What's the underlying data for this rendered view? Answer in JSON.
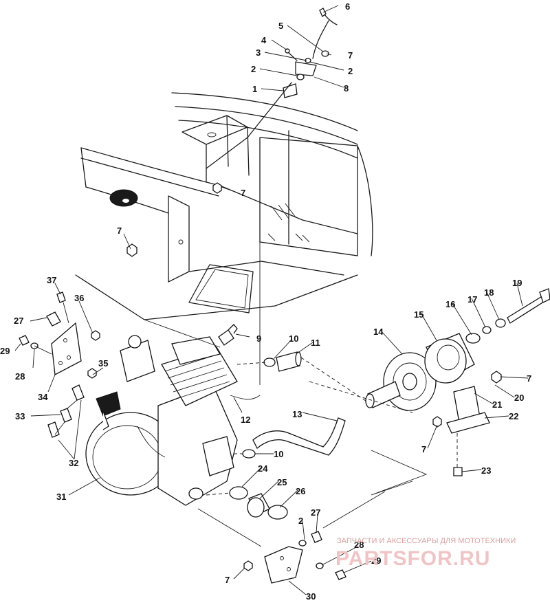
{
  "callouts": [
    {
      "id": "c6",
      "label": "6"
    },
    {
      "id": "c5",
      "label": "5"
    },
    {
      "id": "c4",
      "label": "4"
    },
    {
      "id": "c7a",
      "label": "7"
    },
    {
      "id": "c3",
      "label": "3"
    },
    {
      "id": "c2a",
      "label": "2"
    },
    {
      "id": "c2b",
      "label": "2"
    },
    {
      "id": "c8",
      "label": "8"
    },
    {
      "id": "c1",
      "label": "1"
    },
    {
      "id": "c7b",
      "label": "7"
    },
    {
      "id": "c7c",
      "label": "7"
    },
    {
      "id": "c37",
      "label": "37"
    },
    {
      "id": "c36",
      "label": "36"
    },
    {
      "id": "c27a",
      "label": "27"
    },
    {
      "id": "c29a",
      "label": "29"
    },
    {
      "id": "c28a",
      "label": "28"
    },
    {
      "id": "c34",
      "label": "34"
    },
    {
      "id": "c35",
      "label": "35"
    },
    {
      "id": "c33",
      "label": "33"
    },
    {
      "id": "c32",
      "label": "32"
    },
    {
      "id": "c31",
      "label": "31"
    },
    {
      "id": "c9",
      "label": "9"
    },
    {
      "id": "c10a",
      "label": "10"
    },
    {
      "id": "c11",
      "label": "11"
    },
    {
      "id": "c12",
      "label": "12"
    },
    {
      "id": "c13",
      "label": "13"
    },
    {
      "id": "c10b",
      "label": "10"
    },
    {
      "id": "c24",
      "label": "24"
    },
    {
      "id": "c25",
      "label": "25"
    },
    {
      "id": "c26",
      "label": "26"
    },
    {
      "id": "c14",
      "label": "14"
    },
    {
      "id": "c15",
      "label": "15"
    },
    {
      "id": "c16",
      "label": "16"
    },
    {
      "id": "c17",
      "label": "17"
    },
    {
      "id": "c18",
      "label": "18"
    },
    {
      "id": "c19",
      "label": "19"
    },
    {
      "id": "c7d",
      "label": "7"
    },
    {
      "id": "c20",
      "label": "20"
    },
    {
      "id": "c21",
      "label": "21"
    },
    {
      "id": "c22",
      "label": "22"
    },
    {
      "id": "c7e",
      "label": "7"
    },
    {
      "id": "c23",
      "label": "23"
    },
    {
      "id": "c2c",
      "label": "2"
    },
    {
      "id": "c27b",
      "label": "27"
    },
    {
      "id": "c28b",
      "label": "28"
    },
    {
      "id": "c29b",
      "label": "29"
    },
    {
      "id": "c7f",
      "label": "7"
    },
    {
      "id": "c30",
      "label": "30"
    }
  ],
  "watermark": {
    "tagline": "ЗАПЧАСТИ И АКСЕССУАРЫ ДЛЯ МОТОТЕХНИКИ",
    "brand": "PARTSFOR.RU"
  },
  "colors": {
    "line": "#1a1a1a",
    "watermark": "#f0c4c4"
  }
}
